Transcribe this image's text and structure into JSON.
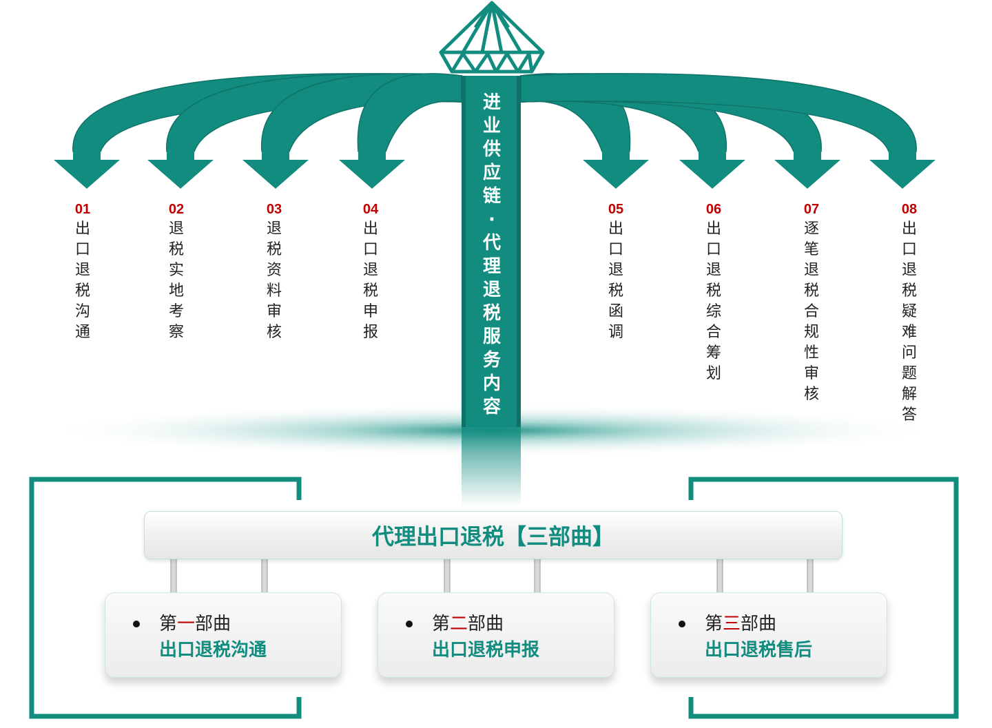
{
  "pillar": {
    "title": "进业供应链·代理退税服务内容"
  },
  "steps": [
    {
      "num": "01",
      "text": "出口退税沟通"
    },
    {
      "num": "02",
      "text": "退税实地考察"
    },
    {
      "num": "03",
      "text": "退税资料审核"
    },
    {
      "num": "04",
      "text": "出口退税申报"
    },
    {
      "num": "05",
      "text": "出口退税函调"
    },
    {
      "num": "06",
      "text": "出口退税综合筹划"
    },
    {
      "num": "07",
      "text": "逐笔退税合规性审核"
    },
    {
      "num": "08",
      "text": "出口退税疑难问题解答"
    }
  ],
  "banner": {
    "title": "代理出口退税【三部曲】"
  },
  "parts": [
    {
      "pre": "第",
      "ord": "一",
      "post": "部曲",
      "sub": "出口退税沟通"
    },
    {
      "pre": "第",
      "ord": "二",
      "post": "部曲",
      "sub": "出口退税申报"
    },
    {
      "pre": "第",
      "ord": "三",
      "post": "部曲",
      "sub": "出口退税售后"
    }
  ],
  "colors": {
    "teal": "#138c80",
    "red": "#c00000"
  }
}
